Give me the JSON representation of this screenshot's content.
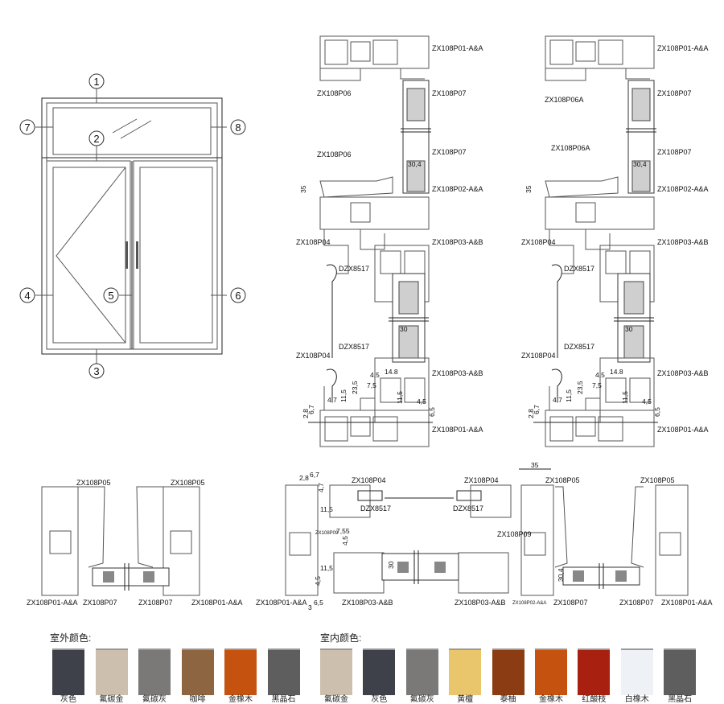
{
  "elevation": {
    "numbers": [
      "1",
      "2",
      "3",
      "4",
      "5",
      "6",
      "7",
      "8"
    ]
  },
  "section_left": {
    "labels": [
      "ZX108P01-A&A",
      "ZX108P06",
      "ZX108P07",
      "ZX108P06",
      "ZX108P07",
      "ZX108P02-A&A",
      "ZX108P04",
      "ZX108P03-A&B",
      "DZX8517",
      "DZX8517",
      "ZX108P04",
      "ZX108P03-A&B",
      "ZX108P01-A&A"
    ],
    "dims": [
      "30,4",
      "35",
      "30",
      "14.8",
      "4,5",
      "7,5",
      "23,5",
      "11,5",
      "11,5",
      "4,7",
      "6,7",
      "2,8",
      "4,5",
      "6,5"
    ]
  },
  "section_right": {
    "labels": [
      "ZX108P01-A&A",
      "ZX108P06A",
      "ZX108P07",
      "ZX108P06A",
      "ZX108P07",
      "ZX108P02-A&A",
      "ZX108P04",
      "ZX108P03-A&B",
      "DZX8517",
      "DZX8517",
      "ZX108P04",
      "ZX108P03-A&B",
      "ZX108P01-A&A"
    ],
    "dims": [
      "30,4",
      "35",
      "30",
      "14.8",
      "4,5",
      "7,5",
      "23,5",
      "11,5",
      "11,5",
      "4,7",
      "6,7",
      "2,8",
      "4,5",
      "6,5"
    ]
  },
  "bottom_left": {
    "labels": [
      "ZX108P05",
      "ZX108P05",
      "ZX108P01-A&A",
      "ZX108P07",
      "ZX108P07",
      "ZX108P01-A&A"
    ]
  },
  "bottom_mid": {
    "labels": [
      "ZX108P04",
      "ZX108P04",
      "ZX108P05",
      "ZX108P05",
      "DZX8517",
      "DZX8517",
      "ZX108P09",
      "ZX108P09",
      "ZX108P01-A&A",
      "ZX108P03-A&B",
      "ZX108P03-A&B",
      "ZX108P02-A&A",
      "ZX108P07",
      "ZX108P07",
      "ZX108P01-A&A"
    ],
    "dims": [
      "2,8",
      "6,7",
      "4,7",
      "11,5",
      "7,55",
      "4,5",
      "11,5",
      "4,5",
      "3",
      "6,5",
      "30",
      "35",
      "30,4"
    ]
  },
  "colors": {
    "exterior_title": "室外颜色:",
    "interior_title": "室内颜色:",
    "exterior": [
      {
        "name": "灰色",
        "color": "#3e4149"
      },
      {
        "name": "氟碳金",
        "color": "#cdbfad"
      },
      {
        "name": "氟碳灰",
        "color": "#7b7977"
      },
      {
        "name": "咖啡",
        "color": "#8d6641"
      },
      {
        "name": "金橡木",
        "color": "#c5530f"
      },
      {
        "name": "黑晶石",
        "color": "#5e5e5e"
      }
    ],
    "interior": [
      {
        "name": "氟碳金",
        "color": "#cdbfad"
      },
      {
        "name": "灰色",
        "color": "#3e4149"
      },
      {
        "name": "氟碳灰",
        "color": "#7b7977"
      },
      {
        "name": "黄檀",
        "color": "#e9c66c"
      },
      {
        "name": "泰柚",
        "color": "#8b3c13"
      },
      {
        "name": "金橡木",
        "color": "#c5530f"
      },
      {
        "name": "红酸枝",
        "color": "#a82110"
      },
      {
        "name": "白橡木",
        "color": "#eef2f7"
      },
      {
        "name": "黑晶石",
        "color": "#5e5e5e"
      }
    ]
  }
}
